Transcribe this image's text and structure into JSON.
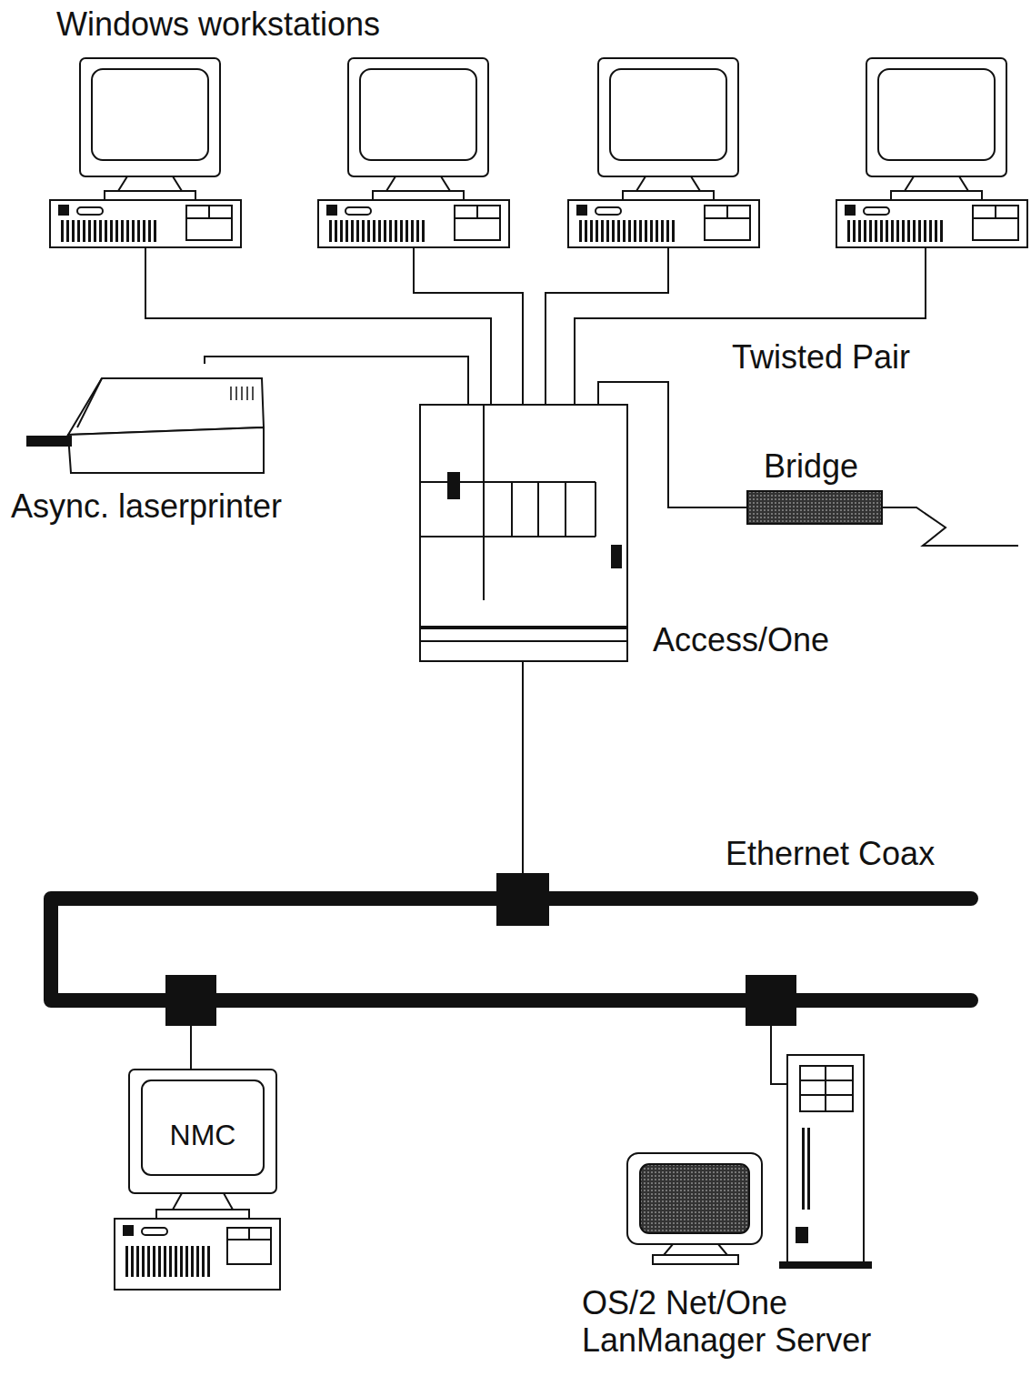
{
  "diagram": {
    "title": "Windows workstations",
    "nodes": [
      {
        "text": [
          "Async. laserprinter"
        ]
      },
      {
        "text": [
          "Access/One"
        ]
      },
      {
        "text": [
          "Bridge"
        ]
      },
      {
        "text": [
          "NMC"
        ]
      },
      {
        "text": [
          "OS/2 Net/One LanManager Server"
        ]
      }
    ],
    "edges": [
      {
        "from": 0,
        "to": 1,
        "arrow": "none"
      },
      {
        "from": 1,
        "to": 2,
        "arrow": "none"
      }
    ],
    "labels": [
      "Twisted Pair",
      "Ethernet Coax"
    ]
  }
}
